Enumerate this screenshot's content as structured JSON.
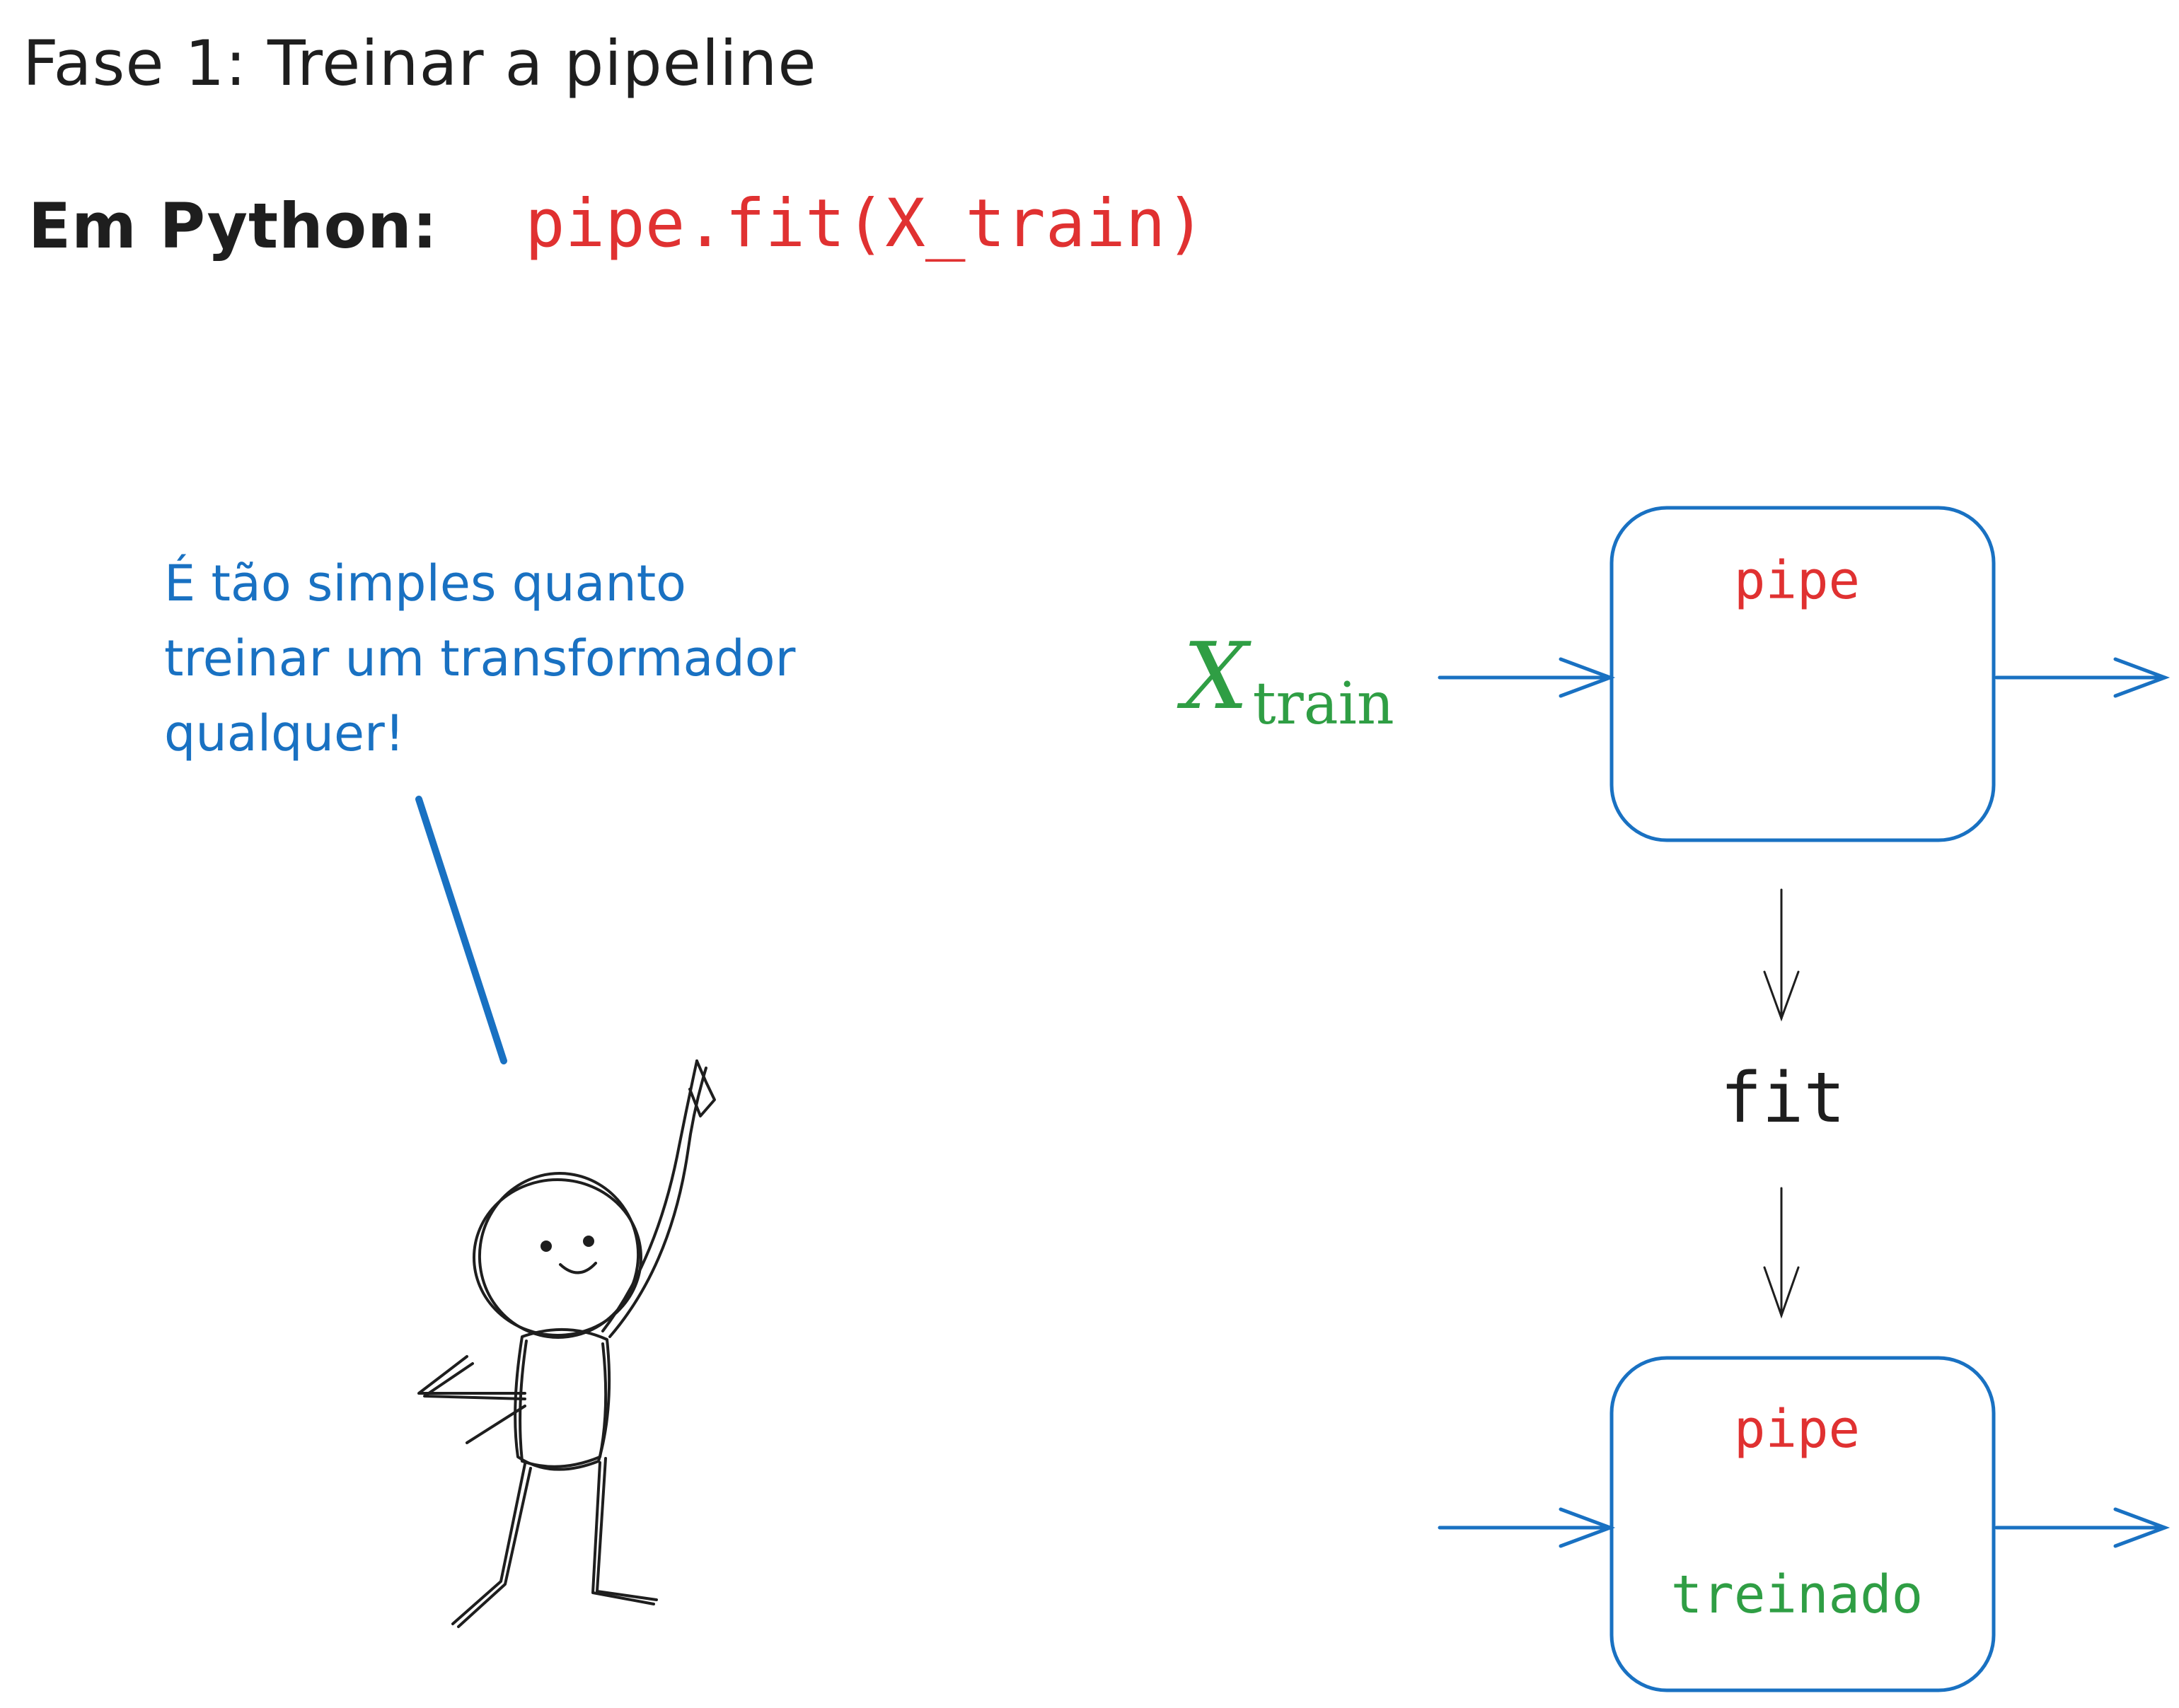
{
  "title": "Fase 1: Treinar a pipeline",
  "python_label": "Em Python:",
  "python_code": "pipe.fit(X_train)",
  "speech": {
    "lines": [
      "É tão simples quanto",
      "treinar um transformador",
      "qualquer!"
    ]
  },
  "input_label": {
    "variable": "X",
    "subscript": "train"
  },
  "box_top": {
    "name": "pipe"
  },
  "step_label": "fit",
  "box_bottom": {
    "name": "pipe",
    "state": "treinado"
  },
  "colors": {
    "text": "#1e1e1e",
    "code_red": "#e03131",
    "blue": "#1971c2",
    "green": "#2f9e44"
  }
}
